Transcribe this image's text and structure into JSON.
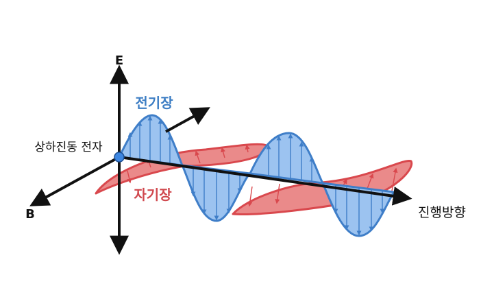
{
  "labels": {
    "e_axis": "E",
    "b_axis": "B",
    "electric_field": "전기장",
    "magnetic_field": "자기장",
    "oscillating_charge": "상하진동 전자",
    "propagation_direction": "진행방향"
  },
  "colors": {
    "electric_fill": "#9cc3f0",
    "electric_stroke": "#3f7ec8",
    "magnetic_fill": "#ea8a8a",
    "magnetic_stroke": "#d9484d",
    "electric_label": "#3d7ec4",
    "magnetic_label": "#d0484e",
    "axis": "#111111",
    "source_dot": "#3d86e0"
  }
}
